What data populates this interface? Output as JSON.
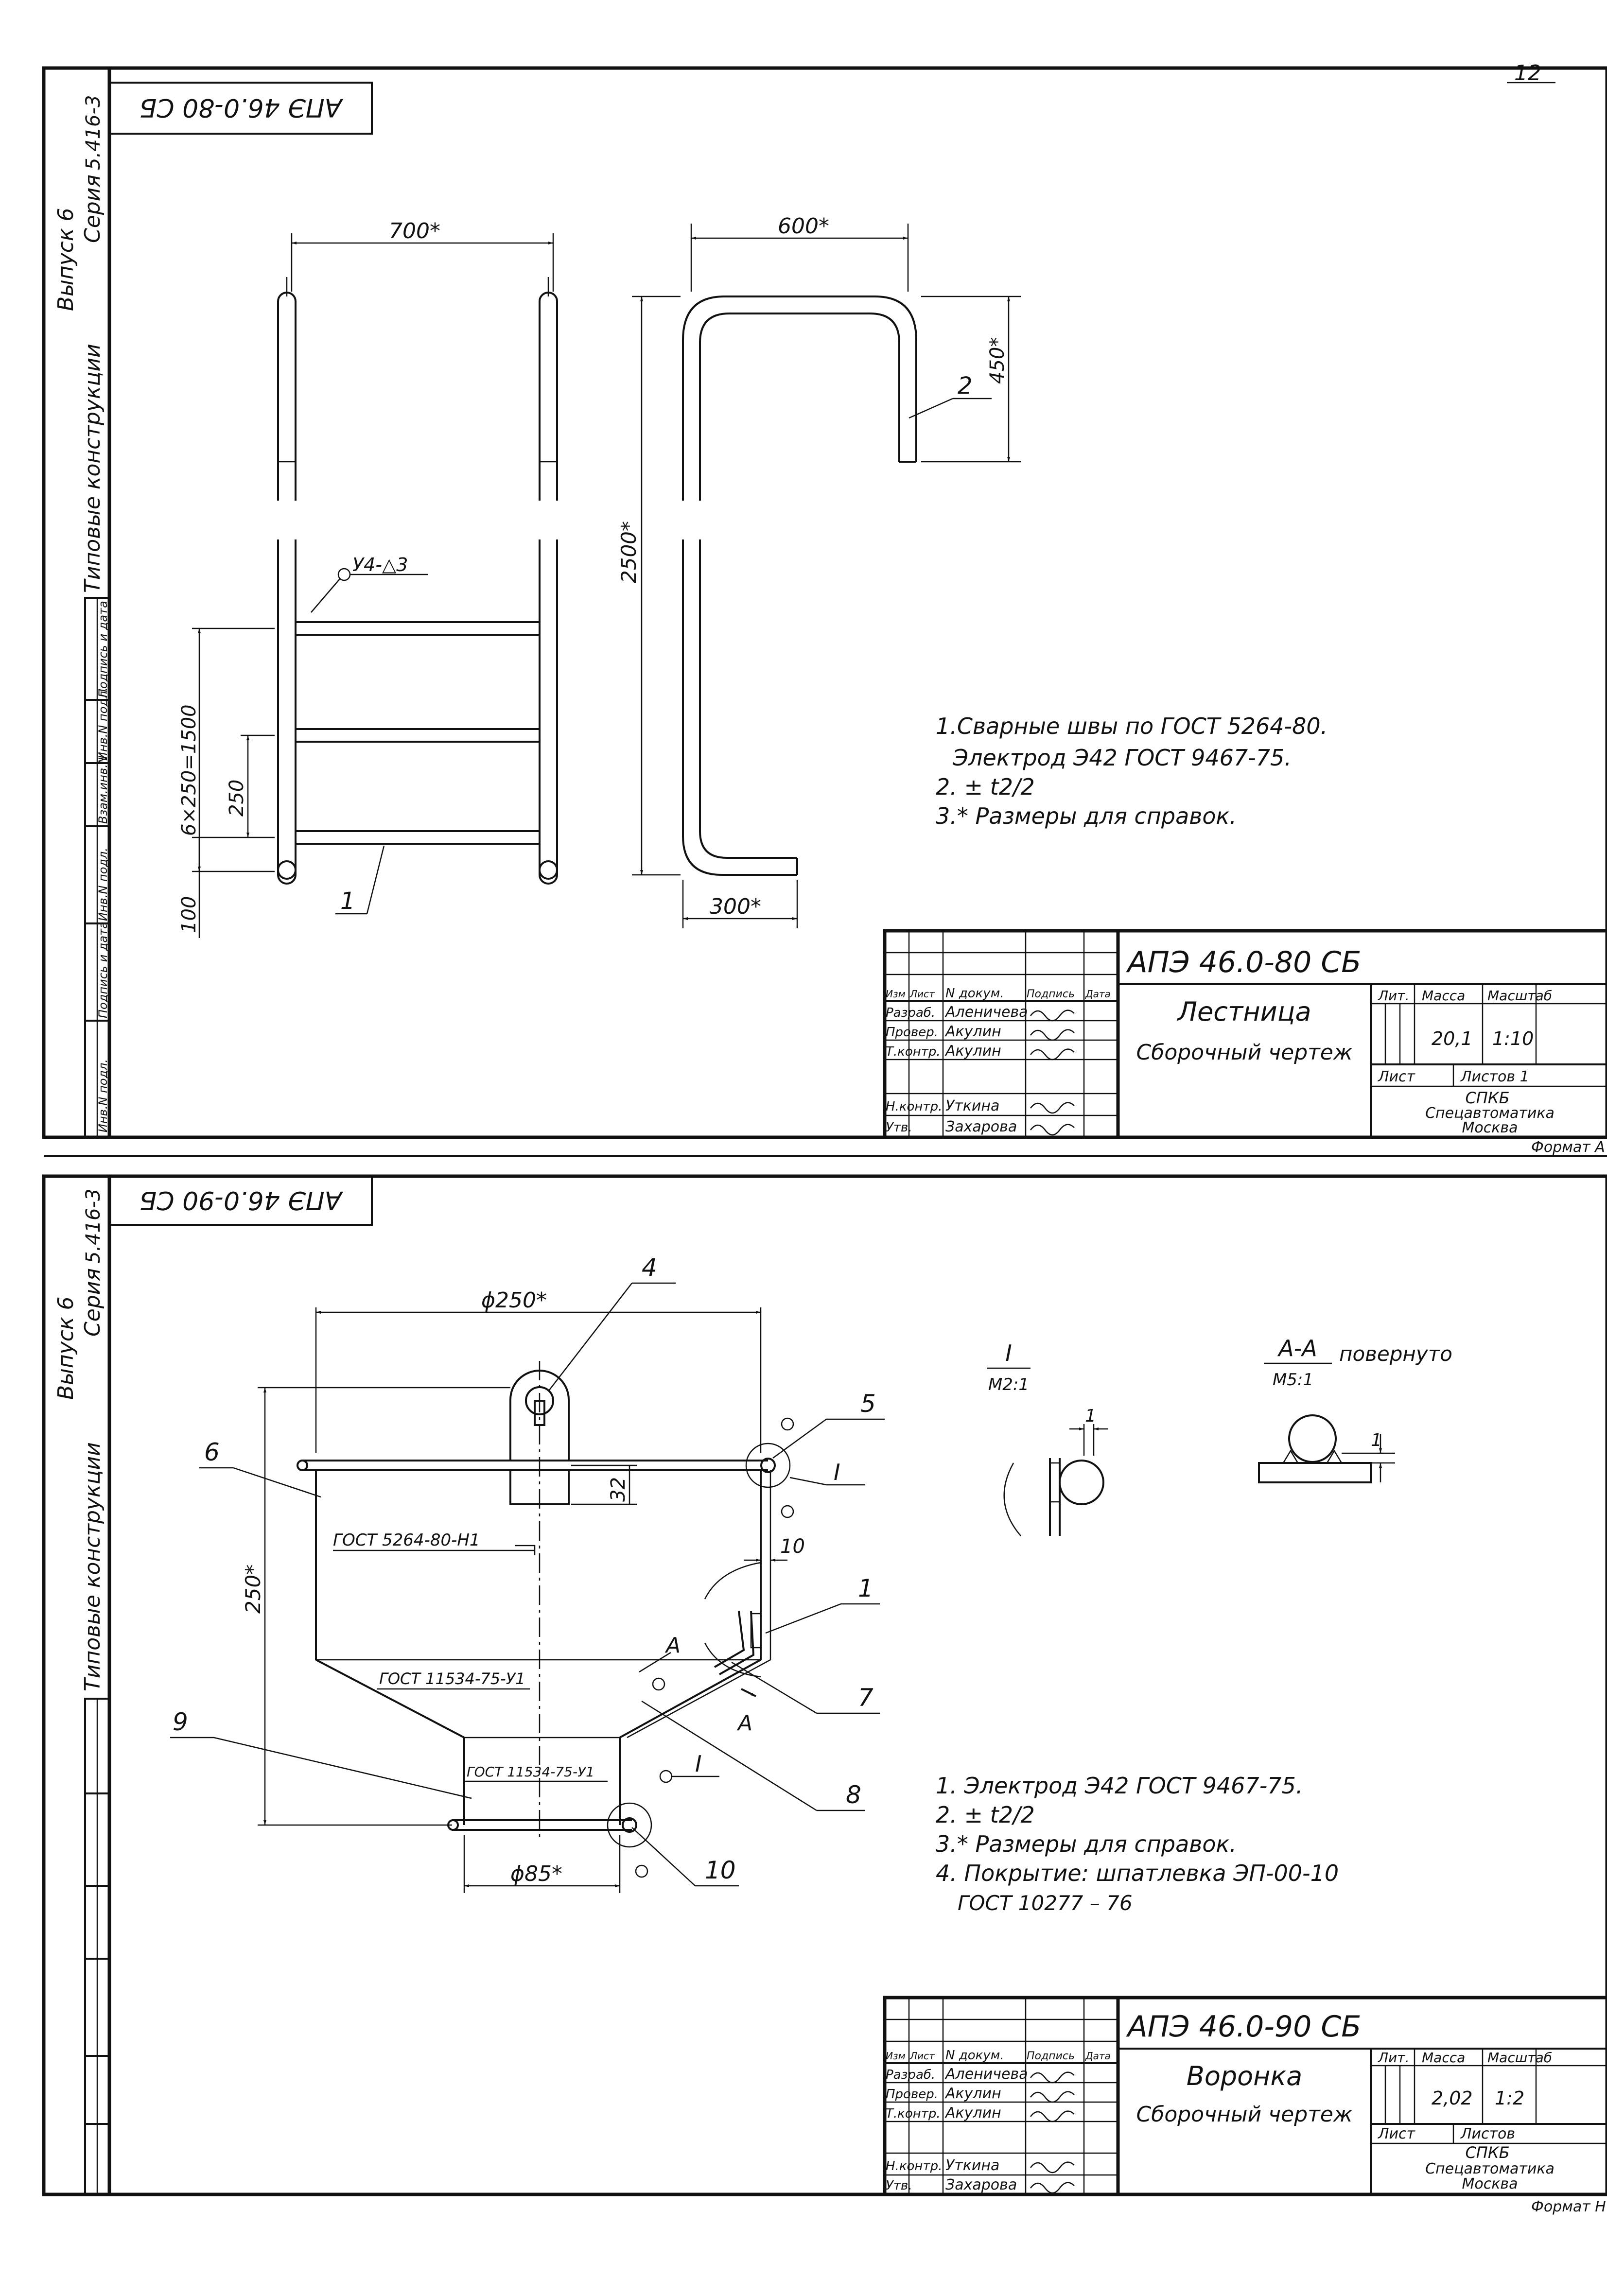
{
  "page_number": "12",
  "sheet1": {
    "series_stamp": {
      "vypusk": "Выпуск 6",
      "seriya": "Серия",
      "seriya_num": "5.416-3",
      "tipovye": "Типовые конструкции"
    },
    "code_stamp": "АПЭ 46.0-80 СБ",
    "left_strip": [
      "Подпись и дата",
      "Инв.N подл.",
      "Взам.инв.N",
      "Инв.N подл.",
      "Подпись и дата",
      "Инв.N подл."
    ],
    "dims": {
      "width_front": "700*",
      "width_side": "600*",
      "top_side": "450*",
      "height": "2500*",
      "bottom_side": "300*",
      "steps": "6×250=1500",
      "step": "250",
      "base": "100",
      "weld": "У4-△3"
    },
    "leaders": [
      "1",
      "2"
    ],
    "notes": [
      "1.Сварные швы по ГОСТ 5264-80.",
      "Электрод Э42 ГОСТ 9467-75.",
      "2. ± t2/2",
      "3.* Размеры для справок."
    ],
    "title_block": {
      "code": "АПЭ 46.0-80 СБ",
      "name": "Лестница",
      "doc_type": "Сборочный чертеж",
      "col_headers": [
        "Изм",
        "Лист",
        "N докум.",
        "Подпись",
        "Дата"
      ],
      "rows": [
        {
          "role": "Разраб.",
          "name": "Аленичева"
        },
        {
          "role": "Провер.",
          "name": "Акулин"
        },
        {
          "role": "Т.контр.",
          "name": "Акулин"
        },
        {
          "role": "Н.контр.",
          "name": "Уткина"
        },
        {
          "role": "Утв.",
          "name": "Захарова"
        }
      ],
      "lit": "Лит.",
      "massa": "Масса",
      "masshtab": "Масштаб",
      "mass_value": "20,1",
      "scale_value": "1:10",
      "list": "Лист",
      "listov": "Листов 1",
      "org1": "СПКБ",
      "org2": "Спецавтоматика",
      "org3": "Москва",
      "format": "Формат А"
    }
  },
  "sheet2": {
    "series_stamp": {
      "vypusk": "Выпуск 6",
      "seriya": "Серия",
      "seriya_num": "5.416-3",
      "tipovye": "Типовые конструкции"
    },
    "code_stamp": "АПЭ 46.0-90 СБ",
    "dims": {
      "dia_top": "ϕ250*",
      "height": "250*",
      "d32": "32",
      "d10": "10",
      "dia_bot": "ϕ85*",
      "gost1": "ГОСТ 5264-80-Н1",
      "gost2": "ГОСТ 11534-75-У1",
      "gost3": "ГОСТ 11534-75-У1"
    },
    "leaders": [
      "4",
      "5",
      "6",
      "1",
      "7",
      "8",
      "9",
      "10"
    ],
    "section_marks": {
      "i": "I",
      "a": "A"
    },
    "detail_I": {
      "title": "I",
      "scale": "М2:1",
      "dim": "1"
    },
    "detail_AA": {
      "title": "А-А",
      "scale": "М5:1",
      "note": "повернуто",
      "dim": "1"
    },
    "notes": [
      "1. Электрод Э42 ГОСТ 9467-75.",
      "2. ± t2/2",
      "3.* Размеры для справок.",
      "4. Покрытие: шпатлевка ЭП-00-10",
      "ГОСТ 10277 – 76"
    ],
    "title_block": {
      "code": "АПЭ 46.0-90 СБ",
      "name": "Воронка",
      "doc_type": "Сборочный чертеж",
      "col_headers": [
        "Изм",
        "Лист",
        "N докум.",
        "Подпись",
        "Дата"
      ],
      "rows": [
        {
          "role": "Разраб.",
          "name": "Аленичева"
        },
        {
          "role": "Провер.",
          "name": "Акулин"
        },
        {
          "role": "Т.контр.",
          "name": "Акулин"
        },
        {
          "role": "Н.контр.",
          "name": "Уткина"
        },
        {
          "role": "Утв.",
          "name": "Захарова"
        }
      ],
      "lit": "Лит.",
      "massa": "Масса",
      "masshtab": "Масштаб",
      "mass_value": "2,02",
      "scale_value": "1:2",
      "list": "Лист",
      "listov": "Листов",
      "org1": "СПКБ",
      "org2": "Спецавтоматика",
      "org3": "Москва",
      "format": "Формат Н"
    }
  }
}
